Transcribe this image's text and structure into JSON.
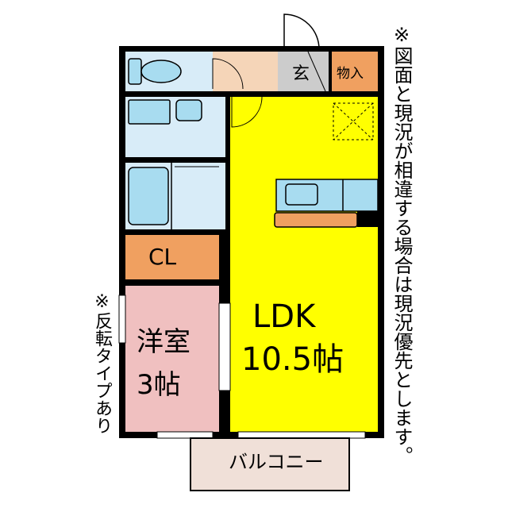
{
  "rooms": {
    "ldk": {
      "name": "LDK",
      "size": "10.5帖"
    },
    "western": {
      "name": "洋室",
      "size": "3帖"
    },
    "closet": {
      "name": "CL"
    },
    "entrance": {
      "name": "玄"
    },
    "storage": {
      "name": "物入"
    },
    "balcony": {
      "name": "バルコニー"
    }
  },
  "notes": {
    "right": "※図面と現況が相違する場合は現況優先とします。",
    "left": "※反転タイプあり"
  },
  "colors": {
    "ldk": "#ffff00",
    "western": "#f0c0c0",
    "closet": "#f0a060",
    "storage": "#f0a060",
    "entrance": "#cccccc",
    "wet_area": "#d8ecf8",
    "fixture": "#a8dcf0",
    "hallway": "#f5d5b8",
    "balcony": "#f0e0d8",
    "wall": "#000000"
  }
}
